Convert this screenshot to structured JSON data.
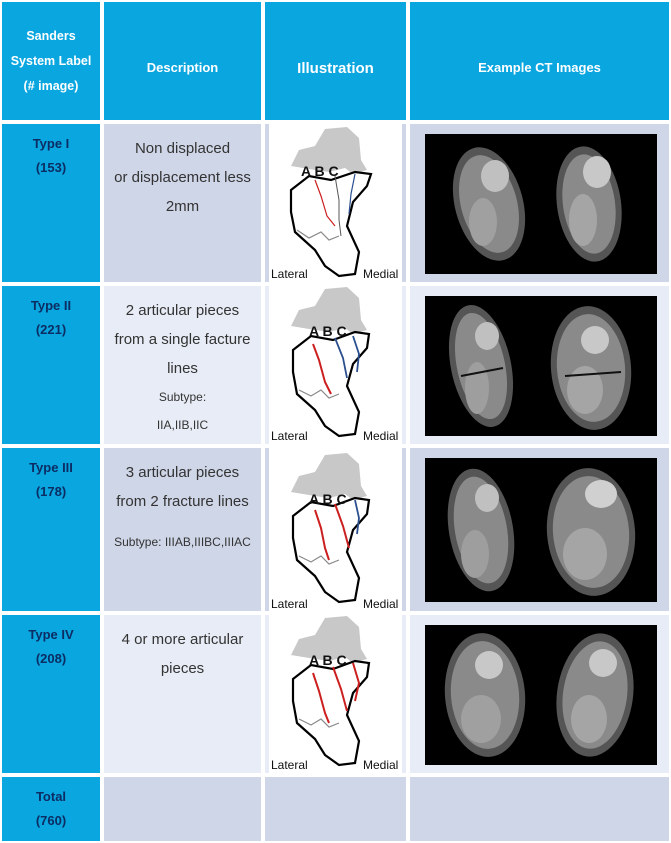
{
  "header": {
    "label_col": "Sanders System Label (# image)",
    "label_col_lines": [
      "Sanders",
      "System Label",
      "(# image)"
    ],
    "description_col": "Description",
    "illustration_col": "Illustration",
    "ct_col": "Example CT Images"
  },
  "rows": [
    {
      "type": "Type I",
      "count": "(153)",
      "description_lines": [
        "Non displaced",
        "or displacement less",
        "2mm"
      ],
      "subtype": "",
      "illustration": {
        "letters": "A B C",
        "lateral": "Lateral",
        "medial": "Medial",
        "red_lines": 1,
        "blue_lines": 1
      }
    },
    {
      "type": "Type II",
      "count": "(221)",
      "description_lines": [
        "2 articular pieces",
        "from a single facture",
        "lines"
      ],
      "subtype_lines": [
        "Subtype:",
        "IIA,IIB,IIC"
      ],
      "illustration": {
        "letters": "A B C",
        "lateral": "Lateral",
        "medial": "Medial",
        "red_lines": 1,
        "blue_lines": 2
      }
    },
    {
      "type": "Type III",
      "count": "(178)",
      "description_lines": [
        "3 articular pieces",
        "from 2 fracture lines"
      ],
      "subtype_lines": [
        "Subtype: IIIAB,IIIBC,IIIAC"
      ],
      "illustration": {
        "letters": "A B C",
        "lateral": "Lateral",
        "medial": "Medial",
        "red_lines": 2,
        "blue_lines": 1
      }
    },
    {
      "type": "Type IV",
      "count": "(208)",
      "description_lines": [
        "4 or more articular",
        "pieces"
      ],
      "subtype_lines": [],
      "illustration": {
        "letters": "A B C",
        "lateral": "Lateral",
        "medial": "Medial",
        "red_lines": 3,
        "blue_lines": 0
      }
    }
  ],
  "total": {
    "label": "Total",
    "count": "(760)"
  },
  "colors": {
    "header": "#0aa6e0",
    "label_text": "#0b2d63",
    "row_dark": "#cfd6e8",
    "row_light": "#e8ecf6",
    "fracture_red": "#cc1f1f",
    "fracture_blue": "#2b4f8f"
  }
}
